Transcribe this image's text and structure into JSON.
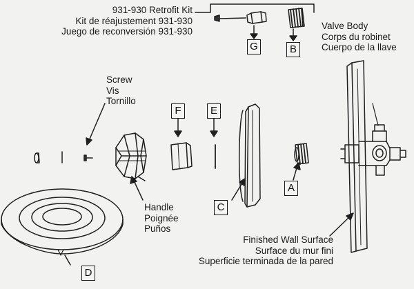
{
  "retrofit_kit": {
    "en": "931-930 Retrofit Kit",
    "fr": "Kit de réajustement 931-930",
    "es": "Juego de reconversión 931-930"
  },
  "screw": {
    "en": "Screw",
    "fr": "Vis",
    "es": "Tornillo"
  },
  "handle": {
    "en": "Handle",
    "fr": "Poignée",
    "es": "Puños"
  },
  "valve_body": {
    "en": "Valve Body",
    "fr": "Corps du robinet",
    "es": "Cuerpo de la llave"
  },
  "wall_surface": {
    "en": "Finished Wall Surface",
    "fr": "Surface du mur fini",
    "es": "Superficie terminada de la pared"
  },
  "part_letters": {
    "a": "A",
    "b": "B",
    "c": "C",
    "d": "D",
    "e": "E",
    "f": "F",
    "g": "G"
  }
}
